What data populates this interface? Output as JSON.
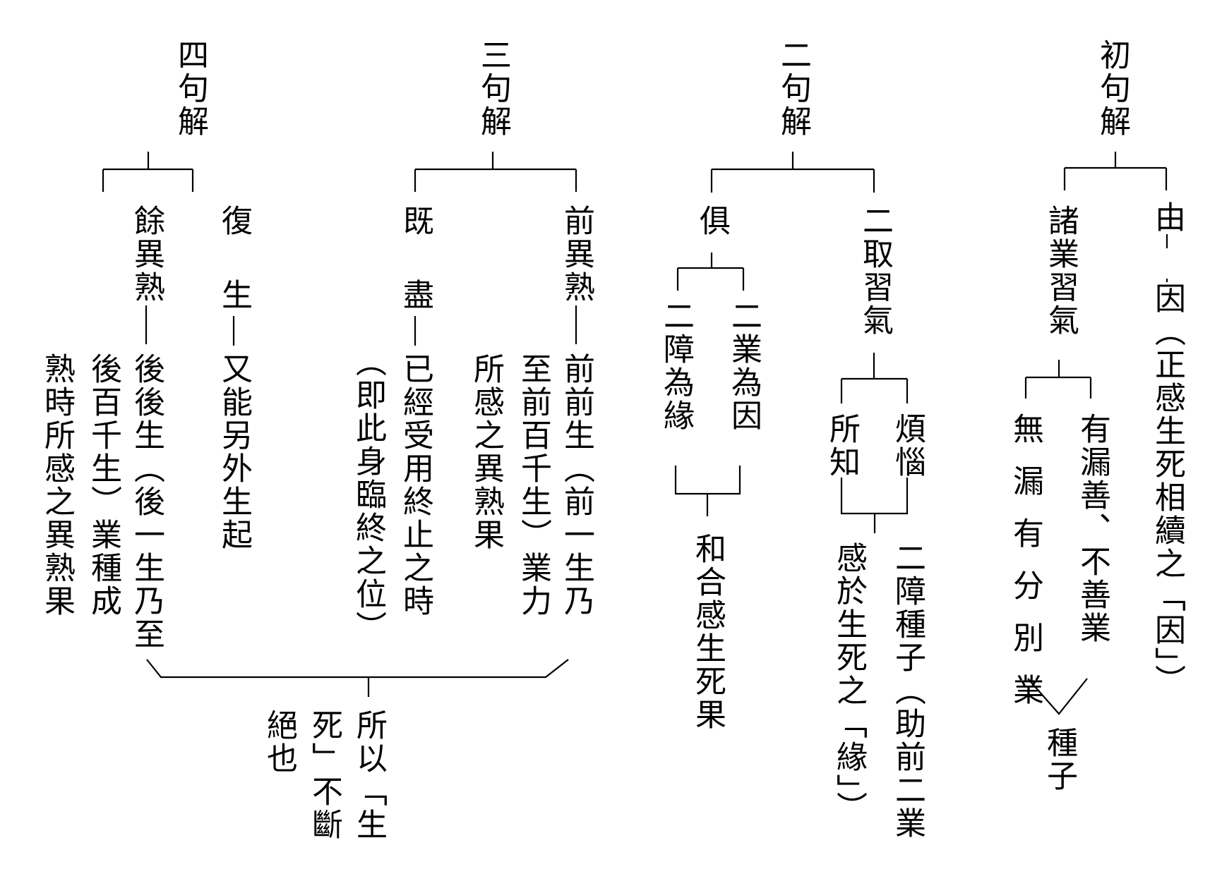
{
  "diagram": {
    "c1": {
      "title": "初句解",
      "yin_a": "由",
      "yin_b": "因（正感生死相續之「因」）",
      "zhuye": "諸業習氣",
      "youlou": "有漏善、不善業",
      "wulou": "無漏有分別業",
      "zhongzi": "種子"
    },
    "c2": {
      "title": "二句解",
      "erqu": "二取習氣",
      "fannao": "煩惱",
      "suozhi": "所知",
      "zhang_a": "二障種子（助前二業",
      "zhang_b": "感於生死之「緣」）",
      "ju": "俱",
      "yewei": "二業為因",
      "zhangwei": "二障為緣",
      "hehe": "和合感生死果"
    },
    "c3": {
      "title": "三句解",
      "qian_a": "前異熟",
      "qian_b": "前前生（前一生乃",
      "qian_c": "至前百千生）業力",
      "qian_d": "所感之異熟果",
      "jijin_a": "既",
      "jijin_b": "盡",
      "jijin_c": "已經受用終止之時",
      "jijin_d": "（即此身臨終之位）"
    },
    "c4": {
      "title": "四句解",
      "fusheng_a": "復",
      "fusheng_b": "生",
      "fusheng_c": "又能另外生起",
      "yu_a": "餘異熟",
      "yu_b": "後後生（後一生乃至",
      "yu_c": "後百千生）業種成",
      "yu_d": "熟時所感之異熟果"
    },
    "conclusion": {
      "col1": "所以「生",
      "col2": "死」不斷",
      "col3": "絕也"
    }
  }
}
